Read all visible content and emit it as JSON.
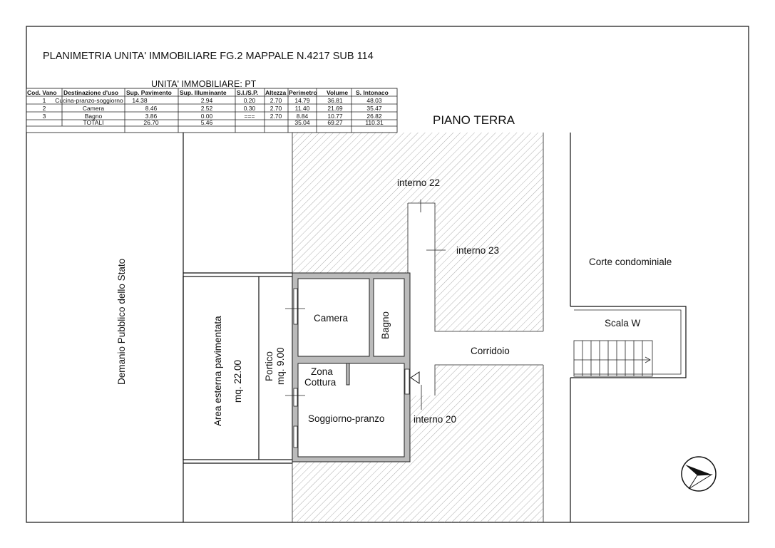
{
  "title": "PLANIMETRIA UNITA' IMMOBILIARE FG.2 MAPPALE N.4217 SUB 114",
  "table": {
    "caption": "UNITA' IMMOBILIARE: PT",
    "headers": [
      "Cod. Vano",
      "Destinazione d'uso",
      "Sup. Pavimento",
      "Sup. Illuminante",
      "S.I./S.P.",
      "Altezza",
      "Perimetro",
      "Volume",
      "S. Intonaco"
    ],
    "rows": [
      [
        "1",
        "Cucina-pranzo-soggiorno",
        "14.38",
        "2.94",
        "0.20",
        "2.70",
        "14.79",
        "36.81",
        "48.03"
      ],
      [
        "2",
        "Camera",
        "8.46",
        "2.52",
        "0.30",
        "2.70",
        "11.40",
        "21.69",
        "35.47"
      ],
      [
        "3",
        "Bagno",
        "3.86",
        "0.00",
        "===",
        "2.70",
        "8.84",
        "10.77",
        "26.82"
      ]
    ],
    "totals": {
      "label": "TOTALI",
      "sup_pavimento": "26.70",
      "sup_illuminante": "5.46",
      "perimetro": "35.04",
      "volume": "69.27",
      "s_intonaco": "110.31"
    }
  },
  "labels": {
    "piano": "PIANO TERRA",
    "interno22": "interno 22",
    "interno23": "interno 23",
    "interno20": "interno 20",
    "corte": "Corte condominiale",
    "scala": "Scala W",
    "corridoio": "Corridoio",
    "demanio": "Demanio Pubblico dello Stato",
    "area": "Area esterna pavimentata",
    "area_mq": "mq. 22.00",
    "portico": "Portico",
    "portico_mq": "mq. 9.00",
    "camera": "Camera",
    "bagno": "Bagno",
    "zona": "Zona",
    "cottura": "Cottura",
    "soggiorno": "Soggiorno-pranzo"
  },
  "icons": {
    "north": "north-arrow-icon"
  }
}
